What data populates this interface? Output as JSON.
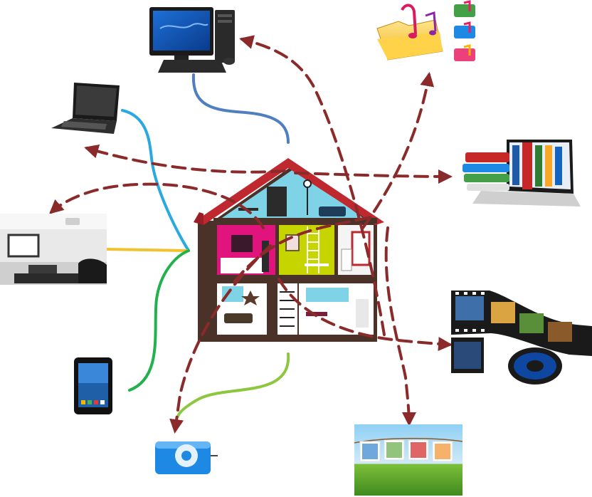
{
  "diagram": {
    "hub": {
      "icon": "smart-home-house-icon"
    },
    "devices": [
      {
        "id": "desktop-computer",
        "icon": "desktop-computer-icon",
        "link_color": "#4f7fbf"
      },
      {
        "id": "laptop",
        "icon": "laptop-icon",
        "link_color": "#2aa8e0"
      },
      {
        "id": "home-theater",
        "icon": "home-theater-projector-icon",
        "link_color": "#f2c12e"
      },
      {
        "id": "tablet",
        "icon": "tablet-icon",
        "link_color": "#22b14c"
      },
      {
        "id": "music-player",
        "icon": "music-player-icon",
        "link_color": "#8dc63f"
      }
    ],
    "content": [
      {
        "id": "music",
        "icon": "music-folder-icon"
      },
      {
        "id": "ebooks",
        "icon": "books-on-laptop-icon"
      },
      {
        "id": "videos",
        "icon": "film-reel-icon"
      },
      {
        "id": "photos",
        "icon": "photos-on-clothesline-icon"
      }
    ],
    "colors": {
      "flow_arrow": "#8b2a2a",
      "roof": "#c0282f",
      "house_frame": "#4a3228",
      "sky_room": "#7fd3e6",
      "pink_room": "#e0147c",
      "lime_room": "#c6d400"
    }
  }
}
